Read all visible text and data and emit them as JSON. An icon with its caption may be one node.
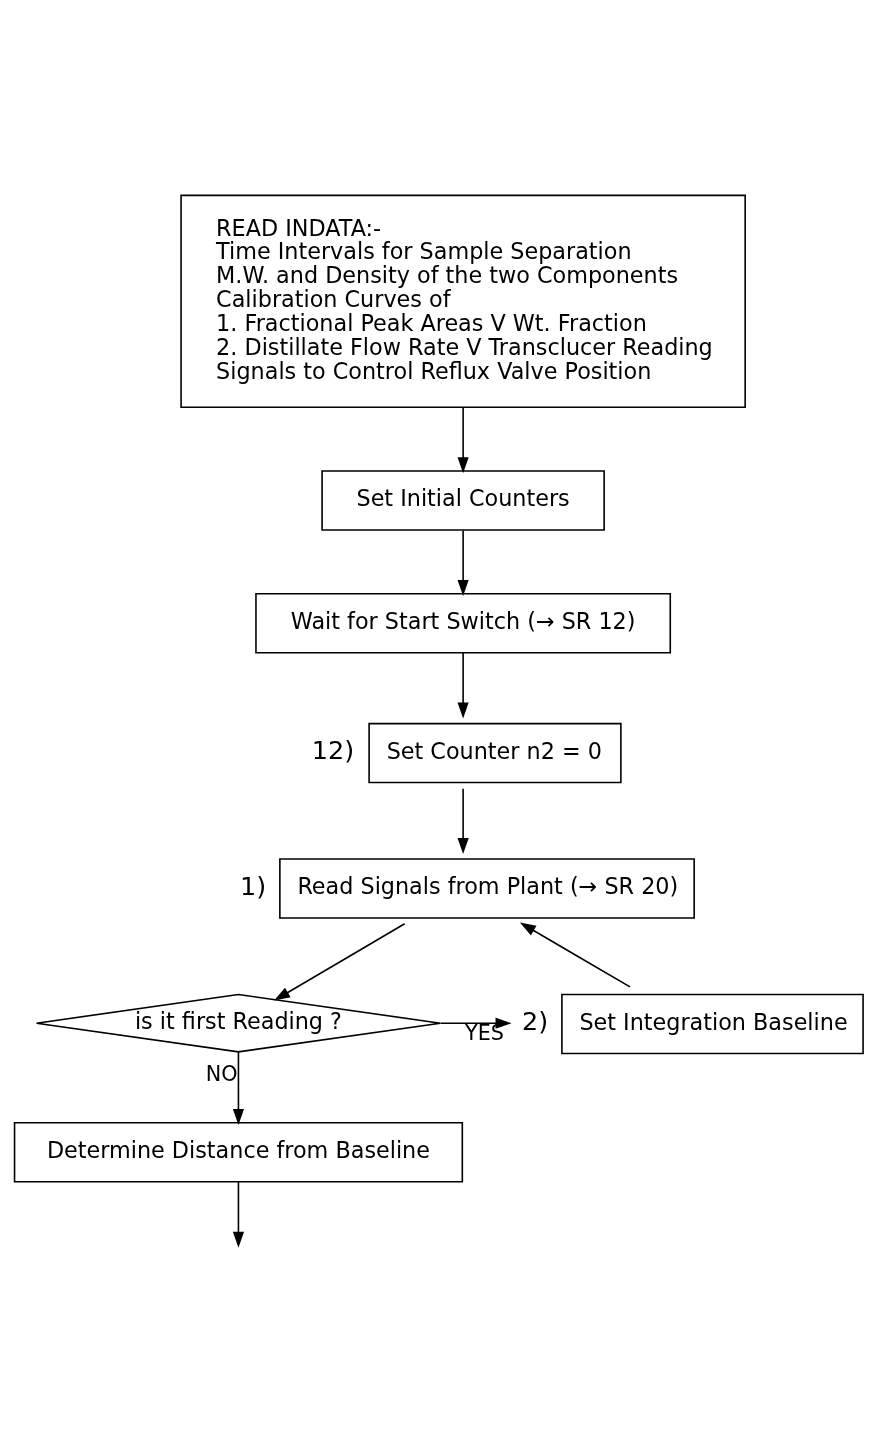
{
  "diagram": {
    "nodes": [
      {
        "text": [
          "READ INDATA:-",
          "Time Intervals for Sample Separation",
          "M.W. and Density of the two Components",
          "Calibration Curves of",
          "1. Fractional Peak Areas V Wt. Fraction",
          "2. Distillate Flow Rate V Transclucer Reading",
          "Signals to Control Reflux Valve Position"
        ]
      },
      {
        "text": [
          "Set Initial Counters"
        ]
      },
      {
        "text": [
          "Wait for Start Switch (→ SR 12)"
        ]
      },
      {
        "text": [
          "Set Counter n2 = 0"
        ],
        "beside": [
          "12)"
        ]
      },
      {
        "text": [
          "Read Signals from Plant (→ SR 20)"
        ],
        "beside": [
          "1)"
        ]
      },
      {
        "text": [
          "is it first Reading ?"
        ]
      },
      {
        "text": [
          "Set Integration Baseline"
        ],
        "beside": [
          "2)"
        ]
      },
      {
        "text": [
          "Determine Distance from Baseline"
        ]
      }
    ],
    "edges": [
      {
        "from": 0,
        "to": 1,
        "arrow": "to"
      },
      {
        "from": 1,
        "to": 2,
        "arrow": "to"
      },
      {
        "from": 2,
        "to": 3,
        "arrow": "to"
      },
      {
        "from": 3,
        "to": 4,
        "arrow": "to"
      },
      {
        "from": 4,
        "to": 5,
        "arrow": "to"
      },
      {
        "from": 5,
        "to": 6,
        "arrow": "to",
        "label": "YES"
      },
      {
        "from": 6,
        "to": 4,
        "arrow": "to"
      },
      {
        "from": 5,
        "to": 7,
        "arrow": "to",
        "label": "NO"
      },
      {
        "from": 7,
        "to": null,
        "arrow": "to"
      }
    ]
  }
}
